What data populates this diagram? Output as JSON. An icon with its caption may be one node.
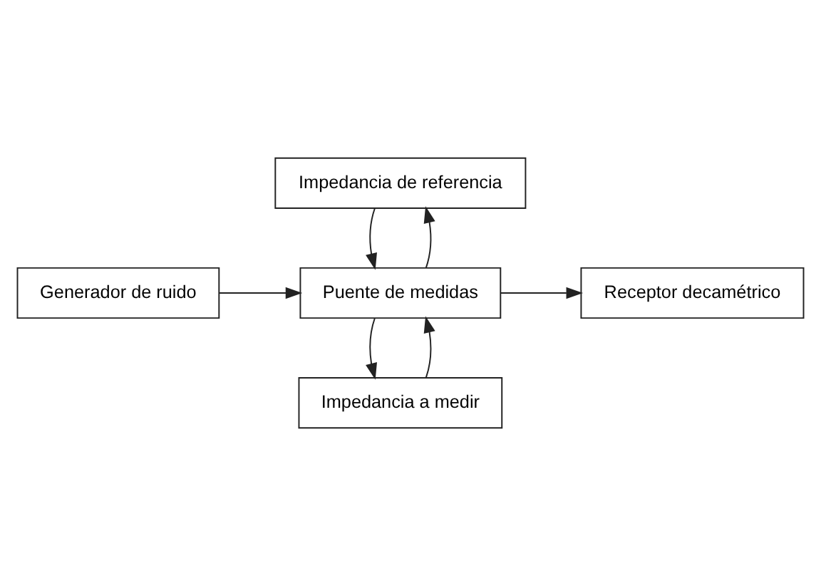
{
  "diagram": {
    "nodes": [
      {
        "text": [
          "Impedancia de referencia"
        ]
      },
      {
        "text": [
          "Generador de ruido"
        ]
      },
      {
        "text": [
          "Puente de medidas"
        ]
      },
      {
        "text": [
          "Receptor decamétrico"
        ]
      },
      {
        "text": [
          "Impedancia a medir"
        ]
      }
    ],
    "edges": [
      {
        "from": 1,
        "to": 2,
        "arrow": "to"
      },
      {
        "from": 2,
        "to": 3,
        "arrow": "to"
      },
      {
        "from": 2,
        "to": 0,
        "arrow": "to"
      },
      {
        "from": 0,
        "to": 2,
        "arrow": "to"
      },
      {
        "from": 2,
        "to": 4,
        "arrow": "to"
      },
      {
        "from": 4,
        "to": 2,
        "arrow": "to"
      }
    ]
  }
}
